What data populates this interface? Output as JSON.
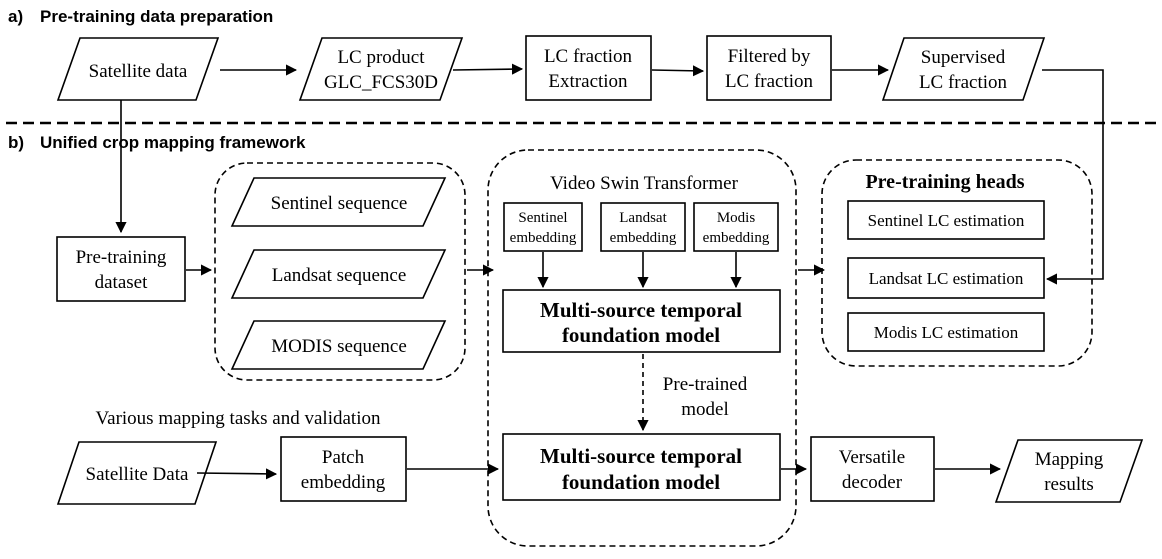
{
  "section_a": {
    "label": "a)",
    "title": "Pre-training data preparation"
  },
  "section_b": {
    "label": "b)",
    "title": "Unified crop mapping framework"
  },
  "prep": {
    "satellite": "Satellite  data",
    "lc_product": [
      "LC product",
      "GLC_FCS30D"
    ],
    "lc_fraction": [
      "LC fraction",
      "Extraction"
    ],
    "filtered": [
      "Filtered by",
      "LC fraction"
    ],
    "supervised": [
      "Supervised",
      "LC fraction"
    ]
  },
  "framework": {
    "pretraining_dataset": [
      "Pre-training",
      "dataset"
    ],
    "sequences": [
      "Sentinel sequence",
      "Landsat sequence",
      "MODIS sequence"
    ],
    "video_swin": "Video Swin Transformer",
    "embeddings": [
      [
        "Sentinel",
        "embedding"
      ],
      [
        "Landsat",
        "embedding"
      ],
      [
        "Modis",
        "embedding"
      ]
    ],
    "foundation_model": [
      "Multi-source temporal",
      "foundation model"
    ],
    "pretrained_model": [
      "Pre-trained",
      "model"
    ],
    "heads_title": "Pre-training heads",
    "heads": [
      "Sentinel LC estimation",
      "Landsat LC estimation",
      "Modis LC estimation"
    ]
  },
  "tasks": {
    "title": "Various mapping tasks and validation",
    "satellite": "Satellite  Data",
    "patch_embedding": [
      "Patch",
      "embedding"
    ],
    "foundation_model": [
      "Multi-source temporal",
      "foundation model"
    ],
    "decoder": [
      "Versatile",
      "decoder"
    ],
    "results": [
      "Mapping",
      "results"
    ]
  }
}
